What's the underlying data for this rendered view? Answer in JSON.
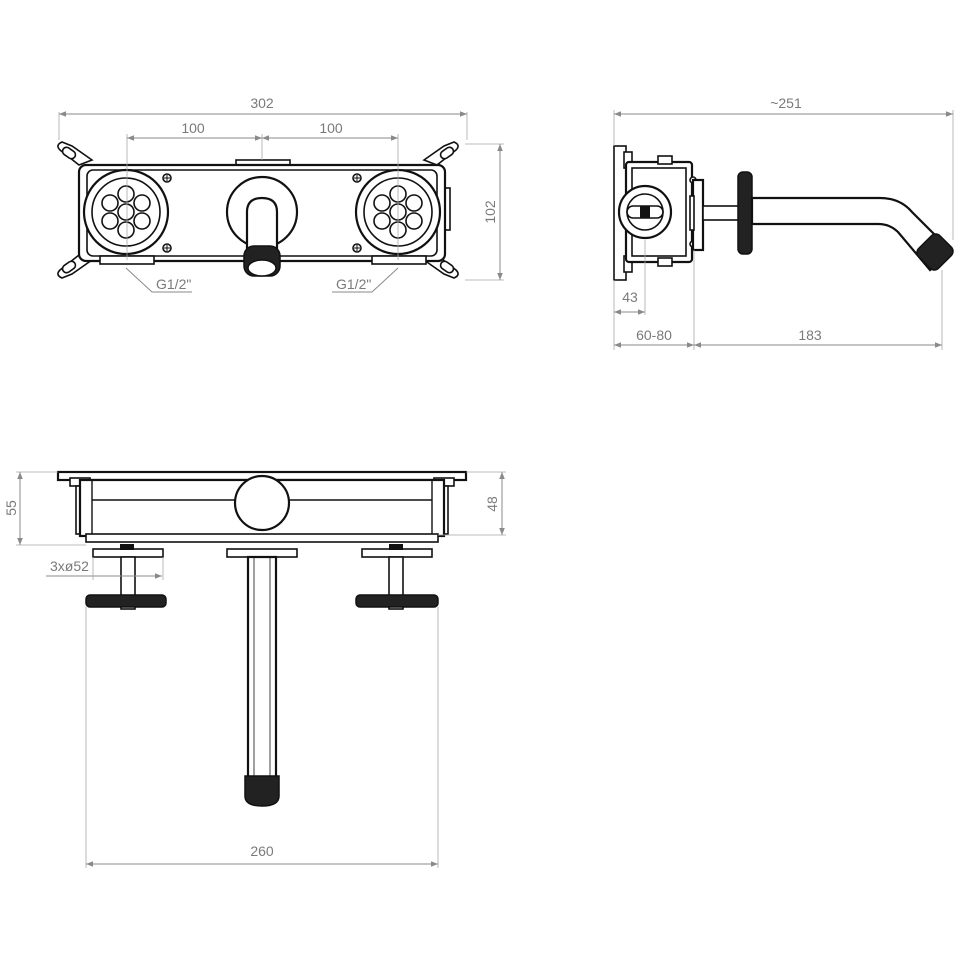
{
  "dimensions": {
    "front": {
      "overall_width": "302",
      "spacing_left": "100",
      "spacing_right": "100",
      "height": "102",
      "thread_left": "G1/2\"",
      "thread_right": "G1/2\""
    },
    "side": {
      "overall_depth": "~251",
      "offset": "43",
      "wall_depth": "60-80",
      "spout_projection": "183"
    },
    "top": {
      "depth_outer": "55",
      "depth_inner": "48",
      "knob_diameter": "3xø52",
      "handle_span": "260"
    }
  },
  "colors": {
    "line": "#111111",
    "dimension": "#8a8a8a",
    "text": "#7a7a7a"
  }
}
